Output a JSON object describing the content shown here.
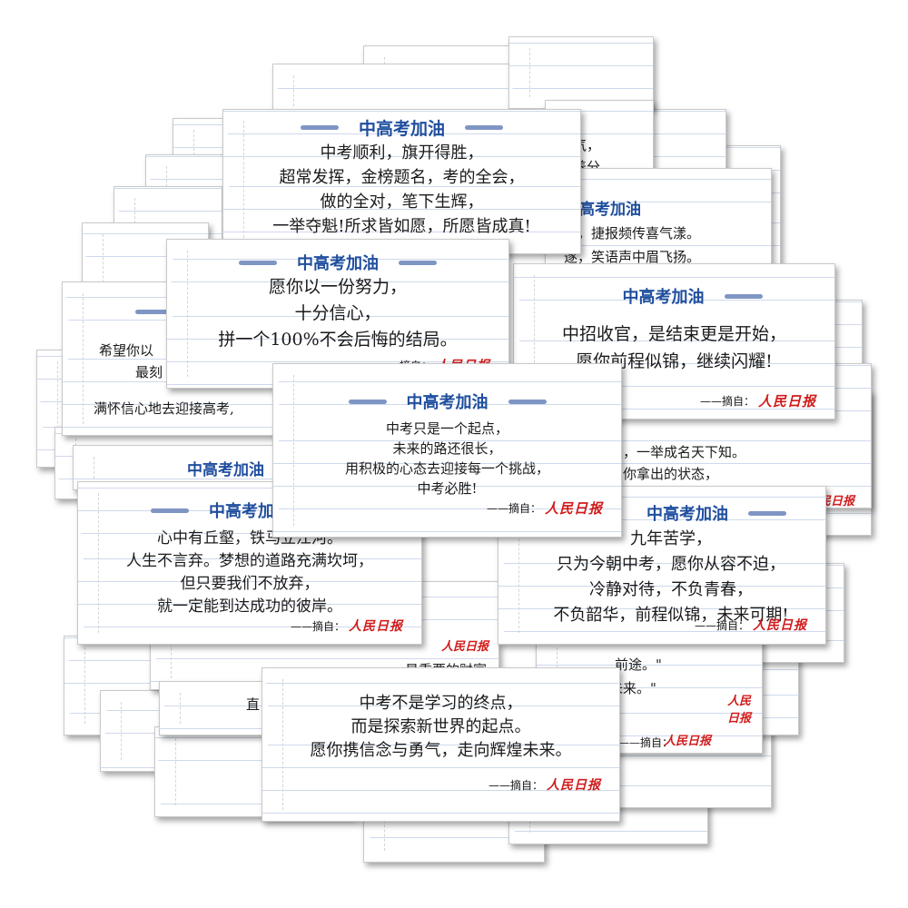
{
  "heading": "中高考加油",
  "source_label": "——摘自：",
  "source_logo": "人民日报",
  "accent_color": "#1f4e9e",
  "logo_color": "#d11b1b",
  "cards": {
    "top": {
      "title": "中高考加油",
      "lines": [
        "中考顺利，旗开得胜，",
        "超常发挥，金榜题名，考的全会，",
        "做的全对，笔下生辉，",
        "一举夺魁!所求皆如愿，所愿皆成真!"
      ]
    },
    "effort": {
      "title": "中高考加油",
      "lines": [
        "愿你以一份努力，",
        "十分信心，",
        "拼一个100%不会后悔的结局。"
      ],
      "source": "——摘自：",
      "logo": "人民日报"
    },
    "right_upper": {
      "title": "中高考加油",
      "lines": [
        "中招收官，是结束更是开始，",
        "愿你前程似锦，继续闪耀!"
      ],
      "source": "——摘自：",
      "logo": "人民日报"
    },
    "center": {
      "title": "中高考加油",
      "lines": [
        "中考只是一个起点，",
        "未来的路还很长，",
        "用积极的心态去迎接每一个挑战，",
        "中考必胜!"
      ],
      "source": "——摘自：",
      "logo": "人民日报"
    },
    "left_lower": {
      "title": "中高考加油",
      "lines": [
        "心中有丘壑，铁马立江河。",
        "人生不言弃。梦想的道路充满坎坷，",
        "但只要我们不放弃，",
        "就一定能到达成功的彼岸。"
      ],
      "source": "——摘自：",
      "logo": "人民日报"
    },
    "right_lower": {
      "title": "中高考加油",
      "lines": [
        "九年苦学，",
        "只为今朝中考，愿你从容不迫，",
        "冷静对待，不负青春，",
        "不负韶华，前程似锦，未来可期!"
      ],
      "source": "——摘自：",
      "logo": "人民日报"
    },
    "bottom": {
      "lines": [
        "中考不是学习的终点，",
        "而是探索新世界的起点。",
        "愿你携信念与勇气，走向辉煌未来。"
      ],
      "source": "——摘自：",
      "logo": "人民日报"
    }
  },
  "partial_texts": {
    "p1": "气，",
    "p2": "养分，",
    "p3": "中高考加油",
    "p4": "劳，捷报频传喜气漾。",
    "p5": "遂，笑语声中眉飞扬。",
    "p6": "希望你以",
    "p7": "最刻",
    "p8": "满怀信心地去迎接高考,",
    "p9": "窗苦读，一举成名天下知。",
    "p10": "至，愿你拿出的状态，",
    "p11": "中高考加油",
    "p12": "前途。\"",
    "p13": "未来。\"",
    "p14": "直",
    "p15": "——摘自：",
    "p16": "最重要的财富。"
  }
}
